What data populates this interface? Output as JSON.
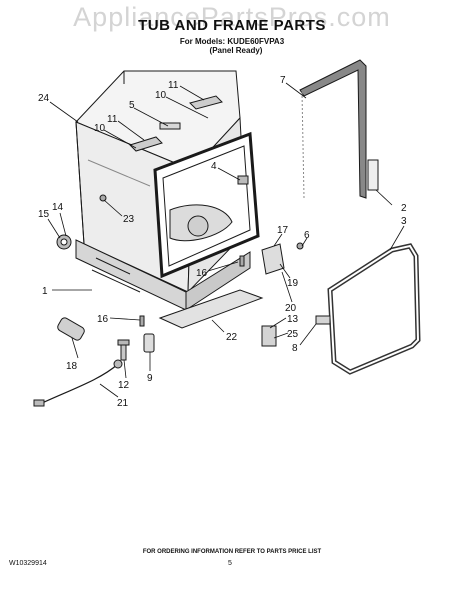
{
  "header": {
    "watermark": "AppliancePartsPros.com",
    "title": "TUB AND FRAME PARTS",
    "models_line": "For Models: KUDE60FVPA3",
    "panel_note": "(Panel Ready)"
  },
  "callouts": [
    {
      "id": "c24",
      "text": "24"
    },
    {
      "id": "c11a",
      "text": "11"
    },
    {
      "id": "c10a",
      "text": "10"
    },
    {
      "id": "c5",
      "text": "5"
    },
    {
      "id": "c11b",
      "text": "11"
    },
    {
      "id": "c10b",
      "text": "10"
    },
    {
      "id": "c7",
      "text": "7"
    },
    {
      "id": "c4",
      "text": "4"
    },
    {
      "id": "c2",
      "text": "2"
    },
    {
      "id": "c3",
      "text": "3"
    },
    {
      "id": "c15",
      "text": "15"
    },
    {
      "id": "c14",
      "text": "14"
    },
    {
      "id": "c23",
      "text": "23"
    },
    {
      "id": "c17",
      "text": "17"
    },
    {
      "id": "c6",
      "text": "6"
    },
    {
      "id": "c16a",
      "text": "16"
    },
    {
      "id": "c19",
      "text": "19"
    },
    {
      "id": "c1",
      "text": "1"
    },
    {
      "id": "c20",
      "text": "20"
    },
    {
      "id": "c16b",
      "text": "16"
    },
    {
      "id": "c22",
      "text": "22"
    },
    {
      "id": "c13",
      "text": "13"
    },
    {
      "id": "c25",
      "text": "25"
    },
    {
      "id": "c8",
      "text": "8"
    },
    {
      "id": "c18",
      "text": "18"
    },
    {
      "id": "c9",
      "text": "9"
    },
    {
      "id": "c12",
      "text": "12"
    },
    {
      "id": "c21",
      "text": "21"
    }
  ],
  "footer": {
    "ordering_note": "FOR ORDERING INFORMATION REFER TO PARTS PRICE LIST",
    "doc_id": "W10329914",
    "page": "5"
  }
}
